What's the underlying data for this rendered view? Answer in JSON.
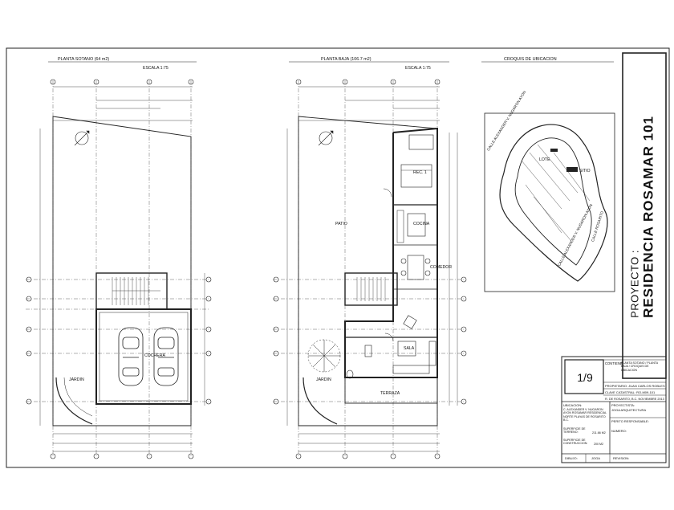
{
  "sheet": {
    "plan_basement_title": "PLANTA SOTANO (64 m2)",
    "plan_ground_title": "PLANTA BAJA (106.7 m2)",
    "location_title": "CROQUIS DE UBICACION",
    "scale_label": "ESCALA 1:75",
    "project_prefix": "PROYECTO :",
    "project_name": "RESIDENCIA ROSAMAR 101"
  },
  "rooms": {
    "cochera": "COCHERA",
    "jardin": "JARDIN",
    "rec1": "REC. 1",
    "cocina": "COCINA",
    "comedor": "COMEDOR",
    "sala": "SALA",
    "terraza": "TERRAZA",
    "patio": "PATIO"
  },
  "map": {
    "street1": "CALLE ALEXANDER V. NUGARON AYON",
    "street2": "CALLE ALEXANDER V. NUGARON AYON",
    "street3": "CALLE ROSARITO",
    "lote": "LOTE",
    "site": "SITIO"
  },
  "titleblock": {
    "sheet_number": "1/9",
    "contiene_label": "CONTIENE:",
    "contiene_value": "PLANTA SOTANO / PLANTA BAJA / CROQUIS DE UBICACION",
    "propietario": "PROPIETARIO: JUAN CARLOS ROBLES",
    "clave": "CLAVE CATASTRAL: RO-M09-101",
    "fecha": "R. DE ROSARITO, B.C. NOVIEMBRE 2013",
    "ubicacion_label": "UBICACION:",
    "ubicacion_value": "C. ALEXANDER V. NUGARON AYON ROSAMAR RESIDENCIAL NORTE PLAYAS DE ROSARITO B.C.",
    "sup_terreno_label": "SUPERFICIE DE TERRENO:",
    "sup_terreno_value": "211.66 M2",
    "sup_const_label": "SUPERFICIE DE CONSTRUCCION:",
    "sup_const_value": "200 M2",
    "proyectista_label": "PROYECTISTA:",
    "proyectista_value": "JOGA ARQUITECTURA",
    "perito": "PERITO RESPONSABLE:",
    "numero": "NUMERO:",
    "dibujo_label": "DIBUJO:",
    "dibujo_value": "JOGA",
    "revision": "REVISION:"
  }
}
